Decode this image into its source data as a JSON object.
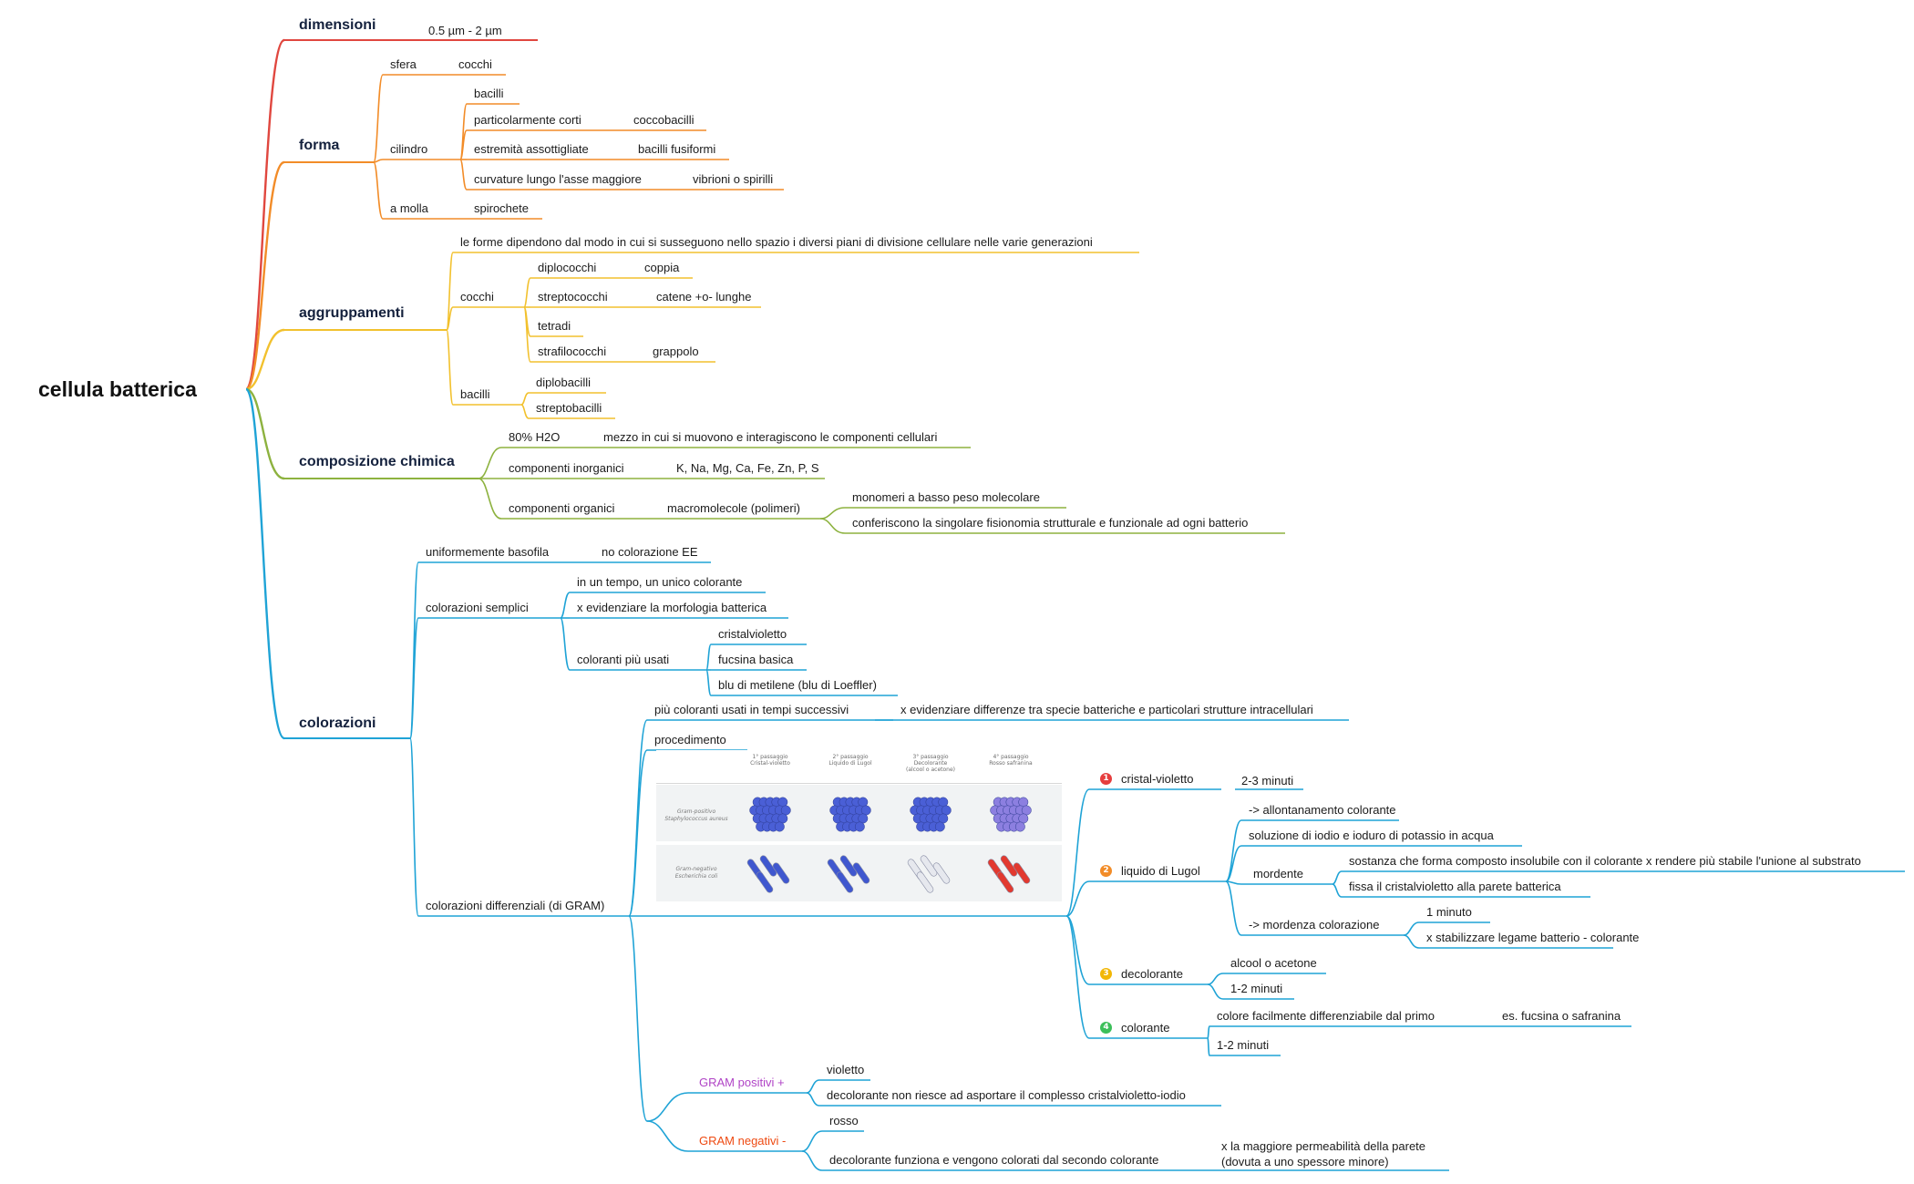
{
  "root": "cellula batterica",
  "colors": {
    "dimensioni": "#e0473f",
    "forma": "#f28c28",
    "aggruppamenti": "#f2c12e",
    "composizione": "#8db23f",
    "colorazioni": "#1fa3d6",
    "step1": "#e63e3e",
    "step2": "#f28c28",
    "step3": "#f2b705",
    "step4": "#3cbf5a"
  },
  "branches": {
    "dimensioni": {
      "label": "dimensioni",
      "value": "0.5 µm - 2 µm"
    },
    "forma": {
      "label": "forma",
      "sfera": "sfera",
      "cocchi": "cocchi",
      "cilindro": "cilindro",
      "bacilli": "bacilli",
      "corti": "particolarmente corti",
      "coccobacilli": "coccobacilli",
      "assottigliate": "estremità assottigliate",
      "fusiformi": "bacilli fusiformi",
      "curvature": "curvature lungo l'asse maggiore",
      "vibrioni": "vibrioni o spirilli",
      "molla": "a molla",
      "spirochete": "spirochete"
    },
    "aggruppamenti": {
      "label": "aggruppamenti",
      "note": "le forme dipendono dal modo in cui si susseguono nello spazio i diversi piani di divisione cellulare nelle varie generazioni",
      "cocchi": "cocchi",
      "diplococchi": "diplococchi",
      "coppia": "coppia",
      "streptococchi": "streptococchi",
      "catene": "catene +o- lunghe",
      "tetradi": "tetradi",
      "strafilococchi": "strafilococchi",
      "grappolo": "grappolo",
      "bacilli": "bacilli",
      "diplobacilli": "diplobacilli",
      "streptobacilli": "streptobacilli"
    },
    "composizione": {
      "label": "composizione chimica",
      "h2o": "80% H2O",
      "mezzo": "mezzo in cui si muovono e interagiscono le componenti cellulari",
      "inorganici": "componenti inorganici",
      "elementi": "K, Na, Mg, Ca, Fe, Zn, P, S",
      "organici": "componenti organici",
      "macromolecole": "macromolecole (polimeri)",
      "monomeri": "monomeri a basso peso molecolare",
      "conferiscono": "conferiscono la singolare fisionomia strutturale e funzionale ad ogni batterio"
    },
    "colorazioni": {
      "label": "colorazioni",
      "basofila": "uniformemente basofila",
      "no_ee": "no colorazione EE",
      "semplici": "colorazioni semplici",
      "un_tempo": "in un tempo, un unico colorante",
      "morfologia": "x evidenziare la morfologia batterica",
      "usati": "coloranti più usati",
      "cristalvioletto": "cristalvioletto",
      "fucsina": "fucsina basica",
      "blu": "blu di metilene (blu di Loeffler)",
      "differenziali": "colorazioni differenziali (di GRAM)",
      "piu_coloranti": "più coloranti usati in tempi successivi",
      "differenze": "x evidenziare differenze tra specie batteriche e particolari strutture intracellulari",
      "procedimento": "procedimento",
      "step1": "cristal-violetto",
      "step1_time": "2-3 minuti",
      "step2": "liquido di Lugol",
      "allontanamento": "-> allontanamento colorante",
      "soluzione": "soluzione di iodio e ioduro di potassio in acqua",
      "mordente": "mordente",
      "sostanza": "sostanza che forma composto insolubile con il colorante x rendere più stabile l'unione al substrato",
      "fissa": "fissa il cristalvioletto alla parete batterica",
      "mordenza": "-> mordenza colorazione",
      "un_minuto": "1 minuto",
      "stabilizzare": "x stabilizzare legame batterio - colorante",
      "step3": "decolorante",
      "alcool": "alcool o acetone",
      "step3_time": "1-2 minuti",
      "step4": "colorante",
      "differenziabile": "colore facilmente differenziabile dal primo",
      "fucsina_safranina": "es. fucsina o safranina",
      "step4_time": "1-2 minuti",
      "badges": [
        "1",
        "2",
        "3",
        "4"
      ],
      "gram_pos": "GRAM positivi +",
      "violetto": "violetto",
      "non_riesce": "decolorante non riesce ad asportare il complesso cristalvioletto-iodio",
      "gram_neg": "GRAM negativi -",
      "rosso": "rosso",
      "funziona": "decolorante funziona e vengono colorati dal secondo colorante",
      "permeabilita": "x la maggiore permeabilità della parete (dovuta a uno spessore minore)"
    }
  },
  "gram_figure": {
    "columns": [
      [
        "1° passaggio",
        "Cristal-violetto"
      ],
      [
        "2° passaggio",
        "Liquido di Lugol"
      ],
      [
        "3° passaggio",
        "Decolorante",
        "(alcool o acetone)"
      ],
      [
        "4° passaggio",
        "Rosso safranina"
      ]
    ],
    "rows": [
      [
        "Gram-positivo",
        "Staphylococcus aureus"
      ],
      [
        "Gram-negativo",
        "Escherichia coli"
      ]
    ],
    "positive_colors": [
      "#4a5fd6",
      "#4a5fd6",
      "#4a5fd6",
      "#8c7fe0"
    ],
    "negative_colors": [
      "#3f57cf",
      "#3f57cf",
      "#e6e8ee",
      "#e2392f"
    ]
  }
}
